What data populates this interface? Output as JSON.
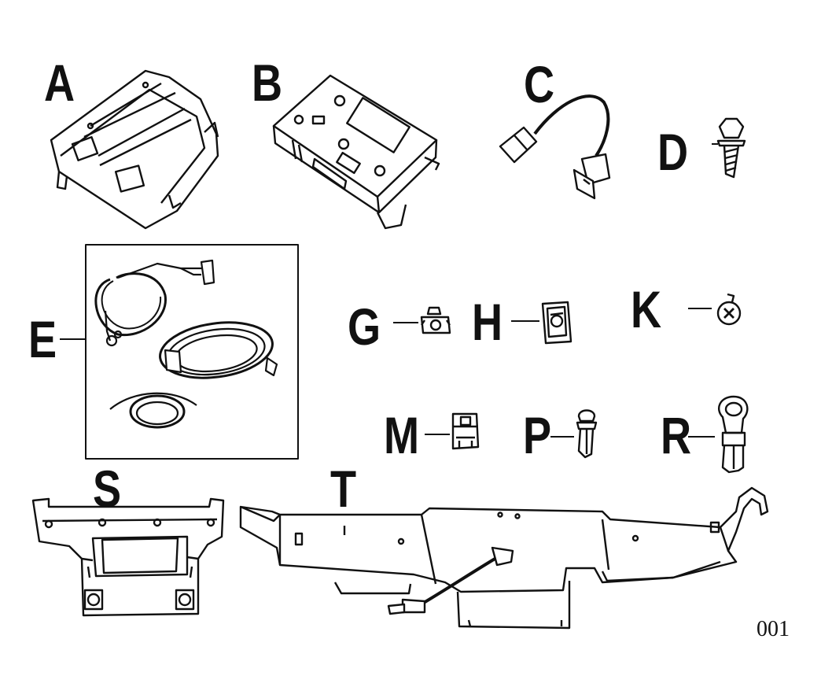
{
  "figure": {
    "labels": {
      "A": "A",
      "B": "B",
      "C": "C",
      "D": "D",
      "E": "E",
      "G": "G",
      "H": "H",
      "K": "K",
      "M": "M",
      "P": "P",
      "R": "R",
      "S": "S",
      "T": "T"
    },
    "figure_number": "001"
  }
}
